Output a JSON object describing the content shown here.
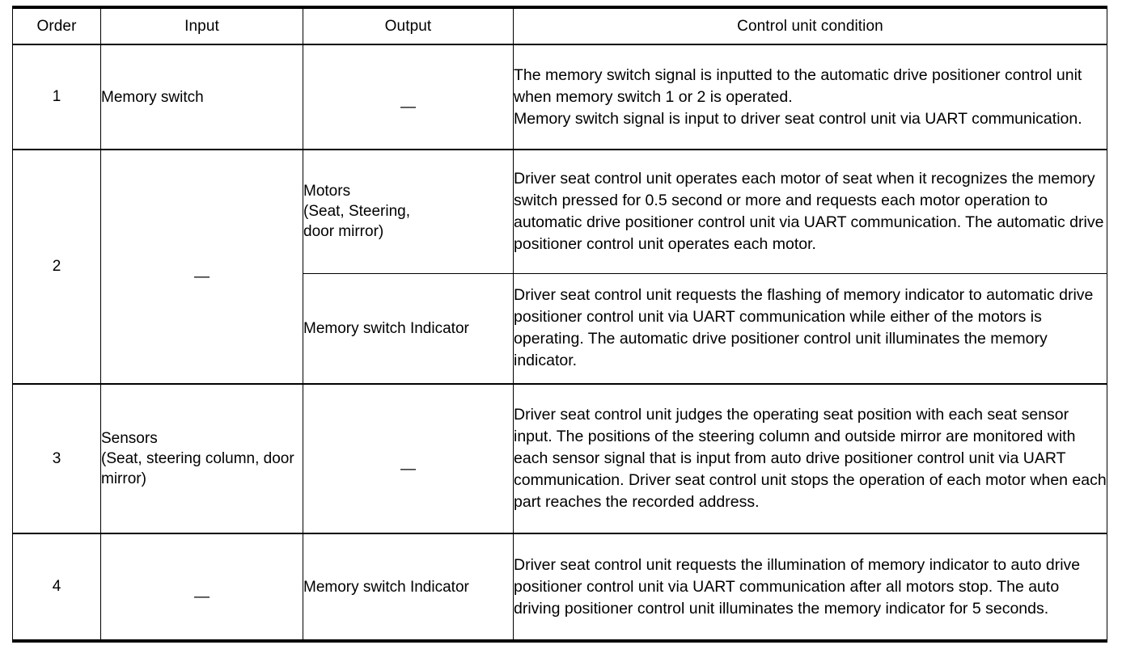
{
  "table": {
    "name": "automatic-drive-positioner-memory-operation-sequence",
    "columns": [
      {
        "key": "order",
        "label": "Order"
      },
      {
        "key": "input",
        "label": "Input"
      },
      {
        "key": "output",
        "label": "Output"
      },
      {
        "key": "condition",
        "label": "Control unit condition"
      }
    ],
    "dash": "—",
    "rows": [
      {
        "order": "1",
        "input": "Memory switch",
        "input_is_dash": false,
        "subrows": [
          {
            "output": "—",
            "output_is_dash": true,
            "condition": "The memory switch signal is inputted to the automatic drive positioner control unit when memory switch 1 or 2 is operated.\nMemory switch signal is input to driver seat control unit via UART communication."
          }
        ]
      },
      {
        "order": "2",
        "input": "—",
        "input_is_dash": true,
        "subrows": [
          {
            "output": "Motors\n(Seat, Steering,\ndoor mirror)",
            "output_is_dash": false,
            "condition": "Driver seat control unit operates each motor of seat when it recognizes the memory switch pressed for 0.5 second or more and requests each motor operation to automatic drive positioner control unit via UART communication. The automatic drive positioner control unit operates each motor."
          },
          {
            "output": "Memory switch Indicator",
            "output_is_dash": false,
            "condition": "Driver seat control unit requests the flashing of memory indicator to automatic drive positioner control unit via UART communication while either of the motors is operating. The automatic drive positioner control unit illuminates the memory indicator."
          }
        ]
      },
      {
        "order": "3",
        "input": "Sensors\n(Seat, steering column, door mirror)",
        "input_is_dash": false,
        "subrows": [
          {
            "output": "—",
            "output_is_dash": true,
            "condition": "Driver seat control unit judges the operating seat position with each seat sensor input. The positions of the steering column and outside mirror are monitored with each sensor signal that is input from auto drive positioner control unit via UART communication. Driver seat control unit stops the operation of each motor when each part reaches the recorded address."
          }
        ]
      },
      {
        "order": "4",
        "input": "—",
        "input_is_dash": true,
        "subrows": [
          {
            "output": "Memory switch Indicator",
            "output_is_dash": false,
            "condition": "Driver seat control unit requests the illumination of memory indicator to auto drive positioner control unit via UART communication after all motors stop. The auto driving positioner control unit illuminates the memory indicator for 5 seconds."
          }
        ]
      }
    ]
  },
  "colors": {
    "rule": "#000000",
    "text": "#000000",
    "background": "#ffffff"
  }
}
